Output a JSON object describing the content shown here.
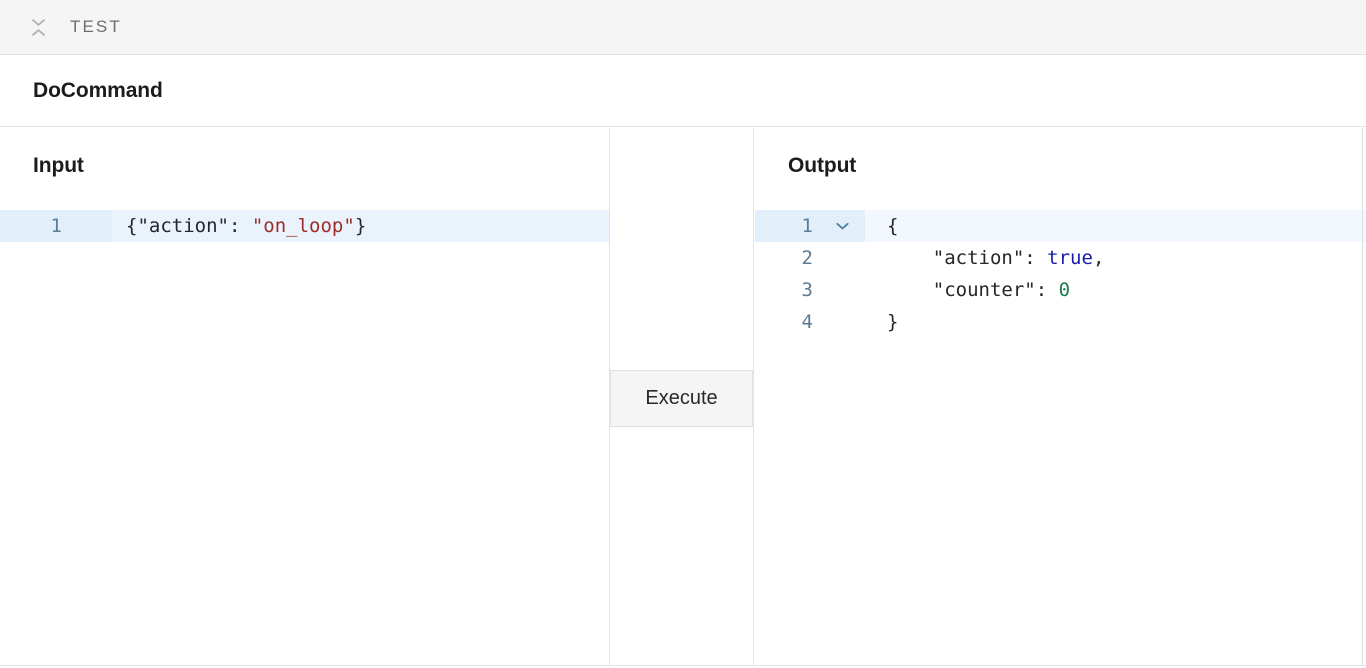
{
  "top_bar": {
    "collapse_icon": "collapse-chevrons-icon",
    "label": "TEST"
  },
  "command": {
    "title": "DoCommand"
  },
  "input_pane": {
    "heading": "Input",
    "lines": [
      {
        "number": "1",
        "active": true,
        "tokens": [
          {
            "text": "{",
            "type": "punct"
          },
          {
            "text": "\"action\"",
            "type": "key"
          },
          {
            "text": ": ",
            "type": "punct"
          },
          {
            "text": "\"on_loop\"",
            "type": "string"
          },
          {
            "text": "}",
            "type": "punct"
          }
        ]
      }
    ]
  },
  "middle_pane": {
    "execute_label": "Execute"
  },
  "output_pane": {
    "heading": "Output",
    "fold_icon": "chevron-down-icon",
    "lines": [
      {
        "number": "1",
        "active": true,
        "foldable": true,
        "tokens": [
          {
            "text": "{",
            "type": "punct"
          }
        ]
      },
      {
        "number": "2",
        "active": false,
        "foldable": false,
        "tokens": [
          {
            "text": "    ",
            "type": "punct"
          },
          {
            "text": "\"action\"",
            "type": "key"
          },
          {
            "text": ": ",
            "type": "punct"
          },
          {
            "text": "true",
            "type": "bool"
          },
          {
            "text": ",",
            "type": "punct"
          }
        ]
      },
      {
        "number": "3",
        "active": false,
        "foldable": false,
        "tokens": [
          {
            "text": "    ",
            "type": "punct"
          },
          {
            "text": "\"counter\"",
            "type": "key"
          },
          {
            "text": ": ",
            "type": "punct"
          },
          {
            "text": "0",
            "type": "number"
          }
        ]
      },
      {
        "number": "4",
        "active": false,
        "foldable": false,
        "tokens": [
          {
            "text": "}",
            "type": "punct"
          }
        ]
      }
    ]
  },
  "colors": {
    "accent_line_highlight": "#eaf3fb",
    "gutter_highlight": "#e2effb",
    "string": "#9c2c2c",
    "boolean": "#1b1bab",
    "number": "#1f7a4d",
    "line_number": "#5b7c97",
    "bar_background": "#f5f5f6",
    "border": "#e3e3e8"
  }
}
